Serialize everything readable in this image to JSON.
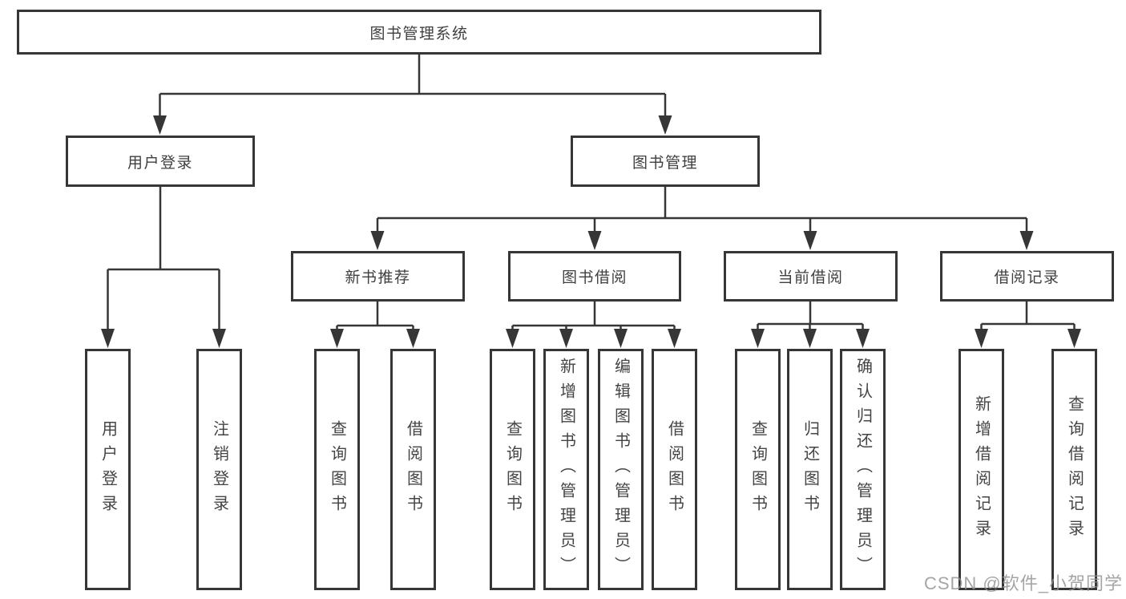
{
  "diagram": {
    "root": {
      "label": "图书管理系统"
    },
    "level2": [
      {
        "label": "用户登录"
      },
      {
        "label": "图书管理"
      }
    ],
    "level3": [
      {
        "label": "新书推荐",
        "parent": "图书管理"
      },
      {
        "label": "图书借阅",
        "parent": "图书管理"
      },
      {
        "label": "当前借阅",
        "parent": "图书管理"
      },
      {
        "label": "借阅记录",
        "parent": "图书管理"
      }
    ],
    "leaves": [
      {
        "label": "用户登录",
        "parent": "用户登录"
      },
      {
        "label": "注销登录",
        "parent": "用户登录"
      },
      {
        "label": "查询图书",
        "parent": "新书推荐"
      },
      {
        "label": "借阅图书",
        "parent": "新书推荐"
      },
      {
        "label": "查询图书",
        "parent": "图书借阅"
      },
      {
        "label": "新增图书（管理员）",
        "parent": "图书借阅"
      },
      {
        "label": "编辑图书（管理员）",
        "parent": "图书借阅"
      },
      {
        "label": "借阅图书",
        "parent": "图书借阅"
      },
      {
        "label": "查询图书",
        "parent": "当前借阅"
      },
      {
        "label": "归还图书",
        "parent": "当前借阅"
      },
      {
        "label": "确认归还（管理员）",
        "parent": "当前借阅"
      },
      {
        "label": "新增借阅记录",
        "parent": "借阅记录"
      },
      {
        "label": "查询借阅记录",
        "parent": "借阅记录"
      }
    ]
  },
  "watermark": {
    "text": "CSDN @软件_小贺同学"
  },
  "colors": {
    "line": "#363636",
    "box_border": "#363636",
    "box_fill": "#ffffff",
    "text": "#444444",
    "watermark": "#919191",
    "background": "#ffffff"
  }
}
